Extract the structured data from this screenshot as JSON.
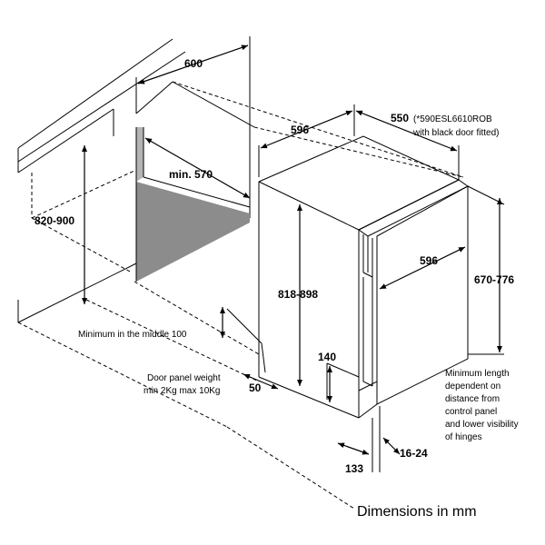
{
  "labels": {
    "width_600": "600",
    "height_820_900": "820-900",
    "min_570": "min. 570",
    "depth_596": "596",
    "depth_550": "550",
    "note_550_line1": "(*590ESL6610ROB",
    "note_550_line2": "with black door fitted)",
    "height_818_898": "818-898",
    "door_596": "596",
    "door_670_776": "670-776",
    "min_middle": "Minimum in the middle 100",
    "door_weight_line1": "Door panel weight",
    "door_weight_line2": "min 2Kg  max 10Kg",
    "gap_50": "50",
    "plinth_140": "140",
    "plinth_133": "133",
    "gap_16_24": "16-24",
    "min_length_line1": "Minimum length",
    "min_length_line2": "dependent on",
    "min_length_line3": "distance from",
    "min_length_line4": "control panel",
    "min_length_line5": "and lower visibility",
    "min_length_line6": "of hinges"
  },
  "caption": "Dimensions in mm",
  "colors": {
    "line": "#000000",
    "cavity_back": "#8c8c8c",
    "cavity_side": "#b4b4b4",
    "background": "#ffffff"
  }
}
